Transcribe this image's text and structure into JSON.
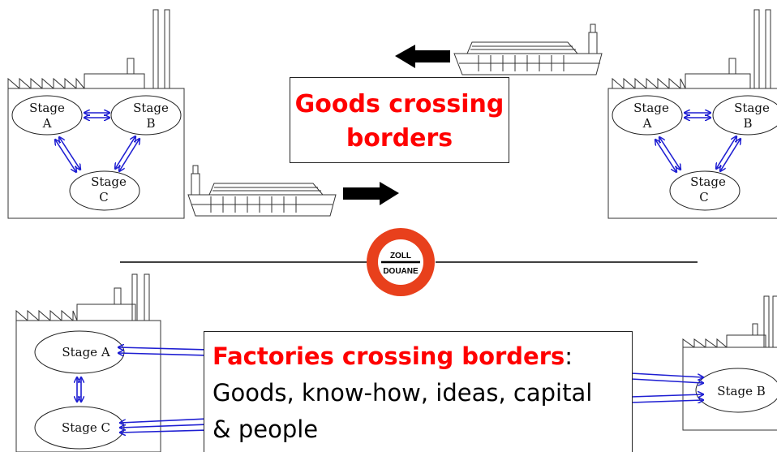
{
  "colors": {
    "accent_red": "#ff0000",
    "arrow_blue": "#1e1ed2",
    "sign_red": "#e8401c"
  },
  "top_box": {
    "line1": "Goods crossing",
    "line2": "borders"
  },
  "bottom_box": {
    "heading": "Factories crossing borders",
    "heading_suffix": ":",
    "line2": "Goods, know-how, ideas, capital",
    "line3": "& people"
  },
  "customs_sign": {
    "line1": "ZOLL",
    "line2": "DOUANE"
  },
  "factory_top_left": {
    "stage_a": [
      "Stage",
      "A"
    ],
    "stage_b": [
      "Stage",
      "B"
    ],
    "stage_c": [
      "Stage",
      "C"
    ]
  },
  "factory_top_right": {
    "stage_a": [
      "Stage",
      "A"
    ],
    "stage_b": [
      "Stage",
      "B"
    ],
    "stage_c": [
      "Stage",
      "C"
    ]
  },
  "factory_bottom_left": {
    "stage_a": "Stage A",
    "stage_c": "Stage C"
  },
  "factory_bottom_right": {
    "stage_b": "Stage B"
  },
  "icons": [
    "factory-icon",
    "ship-icon",
    "arrow-left-icon",
    "arrow-right-icon",
    "customs-sign-icon"
  ]
}
